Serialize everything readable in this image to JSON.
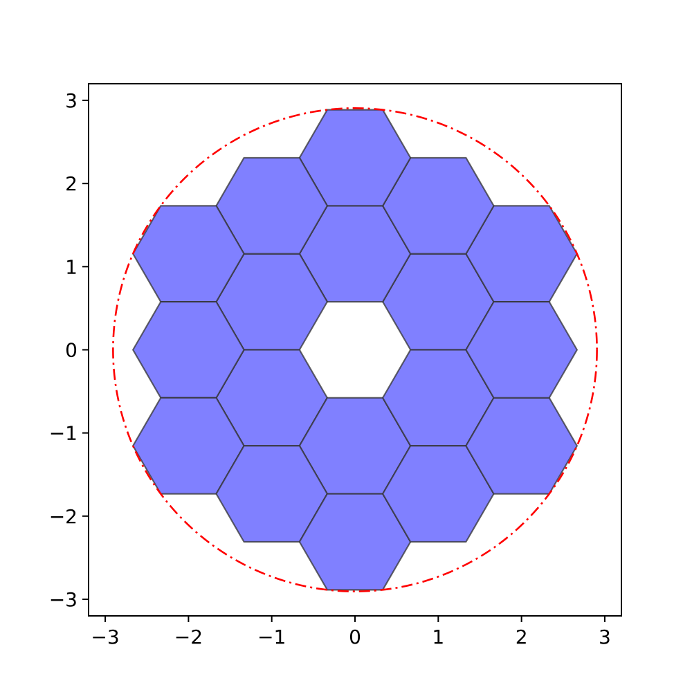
{
  "chart_data": {
    "type": "scatter",
    "title": "",
    "xlabel": "",
    "ylabel": "",
    "xlim": [
      -3.2,
      3.2
    ],
    "ylim": [
      -3.2,
      3.2
    ],
    "aspect": "equal",
    "grid": false,
    "x_ticks": [
      -3,
      -2,
      -1,
      0,
      1,
      2,
      3
    ],
    "x_tick_labels": [
      "−3",
      "−2",
      "−1",
      "0",
      "1",
      "2",
      "3"
    ],
    "y_ticks": [
      -3,
      -2,
      -1,
      0,
      1,
      2,
      3
    ],
    "y_tick_labels": [
      "−3",
      "−2",
      "−1",
      "0",
      "1",
      "2",
      "3"
    ],
    "hexagons": {
      "circumradius": 0.6667,
      "orientation": "flat-top",
      "fill_color": "#8080ff",
      "edge_color": "#333333",
      "centers": [
        [
          1.0,
          0.5774
        ],
        [
          0.0,
          1.1547
        ],
        [
          -1.0,
          0.5774
        ],
        [
          -1.0,
          -0.5774
        ],
        [
          0.0,
          -1.1547
        ],
        [
          1.0,
          -0.5774
        ],
        [
          2.0,
          1.1547
        ],
        [
          1.0,
          1.7321
        ],
        [
          0.0,
          2.3094
        ],
        [
          -1.0,
          1.7321
        ],
        [
          -2.0,
          1.1547
        ],
        [
          -2.0,
          0.0
        ],
        [
          -2.0,
          -1.1547
        ],
        [
          -1.0,
          -1.7321
        ],
        [
          0.0,
          -2.3094
        ],
        [
          1.0,
          -1.7321
        ],
        [
          2.0,
          -1.1547
        ],
        [
          2.0,
          0.0
        ]
      ]
    },
    "circle": {
      "center": [
        0.0,
        0.0
      ],
      "radius": 2.906,
      "color": "#ff0000",
      "linestyle": "dashdot"
    }
  }
}
